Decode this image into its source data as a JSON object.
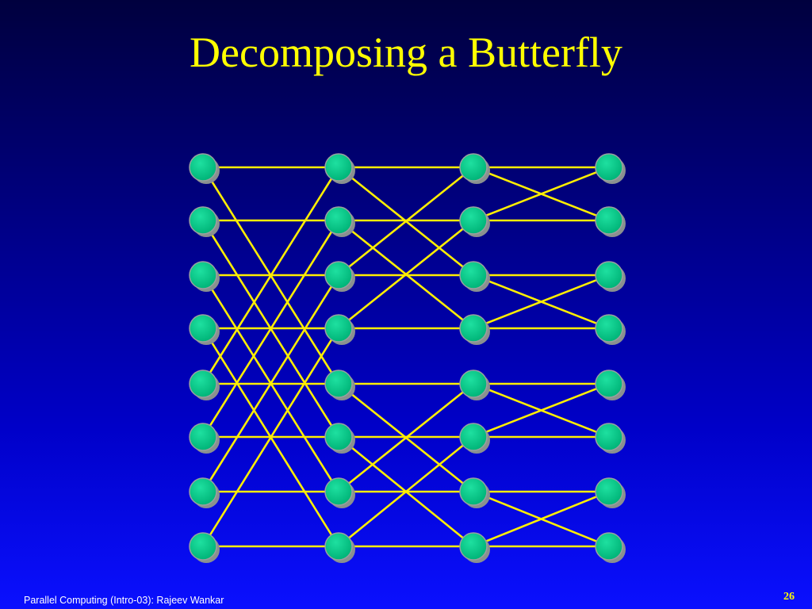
{
  "slide": {
    "title": "Decomposing a Butterfly",
    "footer": "Parallel Computing (Intro-03): Rajeev Wankar",
    "page_number": "26"
  },
  "diagram": {
    "type": "butterfly-network",
    "columns": 4,
    "rows": 8,
    "stage_cross_offsets": [
      4,
      2,
      1
    ],
    "colors": {
      "node_fill": "#00c88a",
      "node_stroke": "#9aa0a0",
      "edge": "#ffee00"
    }
  }
}
